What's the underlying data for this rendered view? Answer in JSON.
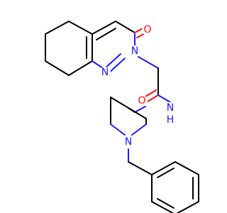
{
  "molecule": {
    "atoms": {
      "o_carbonyl_ring": "O",
      "n_ring_2": "N",
      "n_ring_1": "N",
      "o_amide": "O",
      "n_amide": "N",
      "h_amide": "H",
      "n_piperidine": "N"
    },
    "colors": {
      "bond": "#000000",
      "nitrogen": "#1a1aff",
      "oxygen": "#ff0d0d",
      "background": "#ffffff"
    }
  }
}
